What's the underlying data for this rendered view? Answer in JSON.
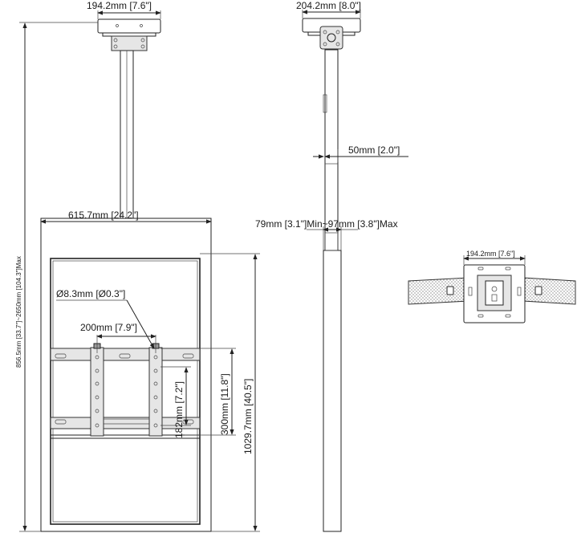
{
  "dimensions": {
    "front_top_plate_width": "194.2mm [7.6\"]",
    "side_top_plate_width": "204.2mm [8.0\"]",
    "pole_width": "50mm [2.0\"]",
    "frame_depth": "79mm [3.1\"]Min~97mm [3.8\"]Max",
    "frame_width": "615.7mm [24.2\"]",
    "total_height": "856.5mm [33.7\"]~2650mm [104.3\"]Max",
    "hole_diameter": "Ø8.3mm [Ø0.3\"]",
    "vesa_horizontal": "200mm [7.9\"]",
    "vesa_vertical_short": "182mm [7.2\"]",
    "vesa_vertical_long": "300mm [11.8\"]",
    "frame_height": "1029.7mm [40.5\"]",
    "top_view_plate_width": "194.2mm [7.6\"]"
  },
  "colors": {
    "line": "#222222",
    "part_fill": "#ffffff",
    "plate_fill": "#e6e6e6"
  }
}
